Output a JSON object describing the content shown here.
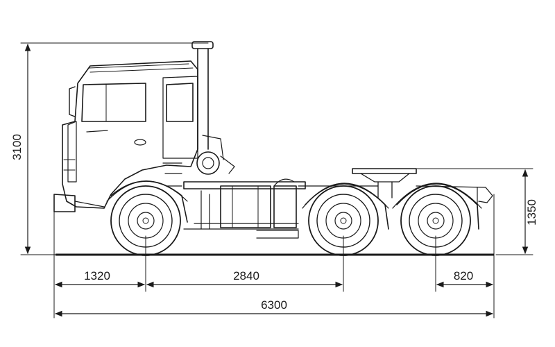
{
  "dimensions": {
    "overall_height": "3100",
    "fifth_wheel_height": "1350",
    "front_overhang": "1320",
    "wheelbase": "2840",
    "rear_overhang": "820",
    "overall_length": "6300"
  },
  "colors": {
    "line": "#1a1a1a",
    "background": "#ffffff"
  }
}
